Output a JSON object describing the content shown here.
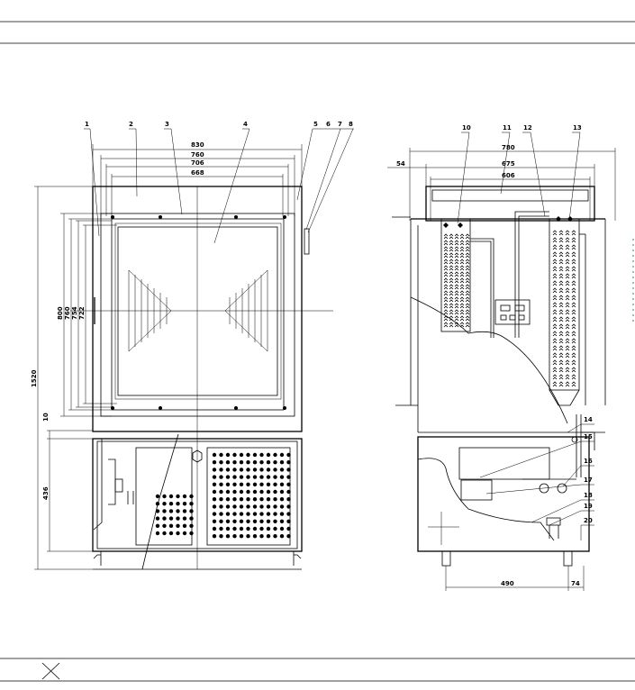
{
  "front_view": {
    "callouts": [
      "1",
      "2",
      "3",
      "4",
      "5",
      "6",
      "7",
      "8"
    ],
    "dimensions": {
      "top": [
        "830",
        "760",
        "706",
        "668"
      ],
      "left": [
        "1520",
        "800",
        "760",
        "754",
        "722"
      ],
      "left_lower": [
        "10",
        "436"
      ]
    }
  },
  "side_view": {
    "callouts": [
      "10",
      "11",
      "12",
      "13",
      "14",
      "15",
      "16",
      "17",
      "18",
      "19",
      "20"
    ],
    "dimensions": {
      "top": [
        "780",
        "675",
        "606"
      ],
      "left_offset": "54",
      "bottom": [
        "490",
        "74"
      ]
    }
  },
  "colors": {
    "ink": "#000000",
    "paper": "#ffffff",
    "accent": "#2e8b57"
  }
}
